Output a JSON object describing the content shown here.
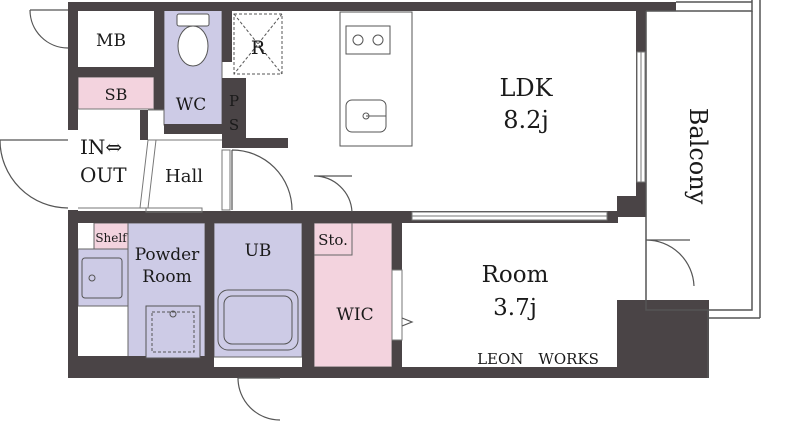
{
  "rooms": {
    "mb": "MB",
    "sb": "SB",
    "wc": "WC",
    "ps_p": "P",
    "ps_s": "S",
    "r": "R",
    "ldk_name": "LDK",
    "ldk_size": "8.2j",
    "balcony": "Balcony",
    "in_out_1": "IN⇔",
    "in_out_2": "OUT",
    "hall": "Hall",
    "shelf": "Shelf",
    "powder_1": "Powder",
    "powder_2": "Room",
    "ub": "UB",
    "sto": "Sto.",
    "wic": "WIC",
    "room_name": "Room",
    "room_size": "3.7j"
  },
  "brand": "LEON　WORKS",
  "colors": {
    "wall": "#4a4446",
    "wet_area": "#cdcbe6",
    "pink_area": "#f3d3de",
    "floor": "#ffffff",
    "line": "#555555"
  }
}
